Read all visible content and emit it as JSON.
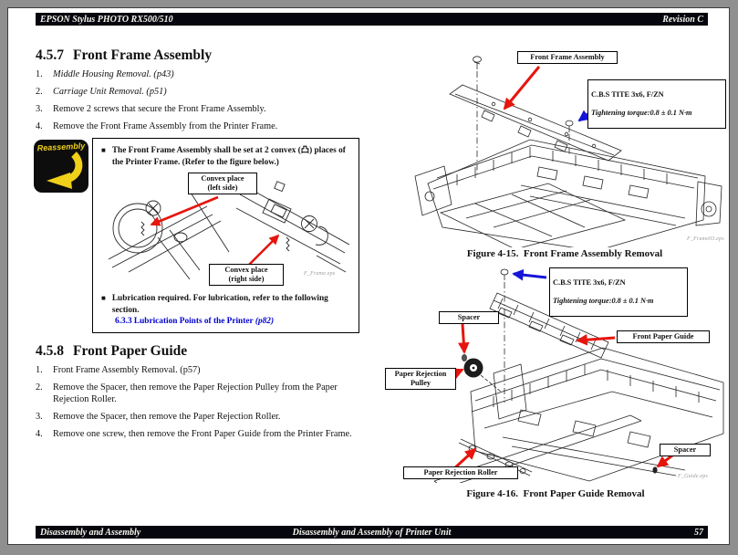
{
  "header": {
    "title": "EPSON Stylus PHOTO RX500/510",
    "revision": "Revision C"
  },
  "footer": {
    "left": "Disassembly and Assembly",
    "center": "Disassembly and Assembly of Printer Unit",
    "page_number": "57"
  },
  "s457": {
    "title_num": "4.5.7",
    "title_text": "Front Frame Assembly",
    "steps": [
      {
        "n": "1.",
        "text": "Middle Housing Removal. (p43)"
      },
      {
        "n": "2.",
        "text": "Carriage Unit Removal. (p51)"
      },
      {
        "n": "3.",
        "text": "Remove 2 screws that secure the Front Frame Assembly."
      },
      {
        "n": "4.",
        "text": "Remove the Front Frame Assembly from the Printer Frame."
      }
    ]
  },
  "reassembly": {
    "badge": "Reassembly",
    "bullet": "■",
    "note1": "The Front Frame Assembly shall be set at 2 convex (凸) places of the Printer Frame.  (Refer to the figure below.)",
    "convex_left": "Convex place\n(left side)",
    "convex_right": "Convex place\n(right side)",
    "fig_eps": "F_Frame.eps",
    "note2": "Lubrication required. For lubrication, refer to the following section.",
    "link_text": "6.3.3 Lubrication Points of the Printer",
    "link_page": " (p82)"
  },
  "s458": {
    "title_num": "4.5.8",
    "title_text": "Front Paper Guide",
    "steps": [
      {
        "n": "1.",
        "text": "Front Frame Assembly Removal. (p57)"
      },
      {
        "n": "2.",
        "text": "Remove the Spacer, then remove the Paper Rejection Pulley from the Paper Rejection Roller."
      },
      {
        "n": "3.",
        "text": "Remove the Spacer, then remove the Paper Rejection Roller."
      },
      {
        "n": "4.",
        "text": "Remove one screw, then remove the Front Paper Guide from the Printer Frame."
      }
    ]
  },
  "fig415": {
    "label_assembly": "Front Frame Assembly",
    "screw_spec": "C.B.S TITE 3x6, F/ZN",
    "screw_torque": "Tightening torque:0.8 ± 0.1 N·m",
    "eps": "F_Frame03.eps",
    "caption": "Figure 4-15.  Front Frame Assembly Removal"
  },
  "fig416": {
    "screw_spec": "C.B.S TITE 3x6, F/ZN",
    "screw_torque": "Tightening torque:0.8 ± 0.1 N·m",
    "spacer_top": "Spacer",
    "front_paper_guide": "Front Paper Guide",
    "pulley": "Paper Rejection\nPulley",
    "roller": "Paper Rejection Roller",
    "spacer_bottom": "Spacer",
    "eps": "F_Guide.eps",
    "caption": "Figure 4-16.  Front Paper Guide Removal"
  },
  "colors": {
    "accent_red": "#e6150d",
    "accent_blue": "#1515d8",
    "link_blue": "#0000cd",
    "badge_yellow": "#f0d018"
  }
}
